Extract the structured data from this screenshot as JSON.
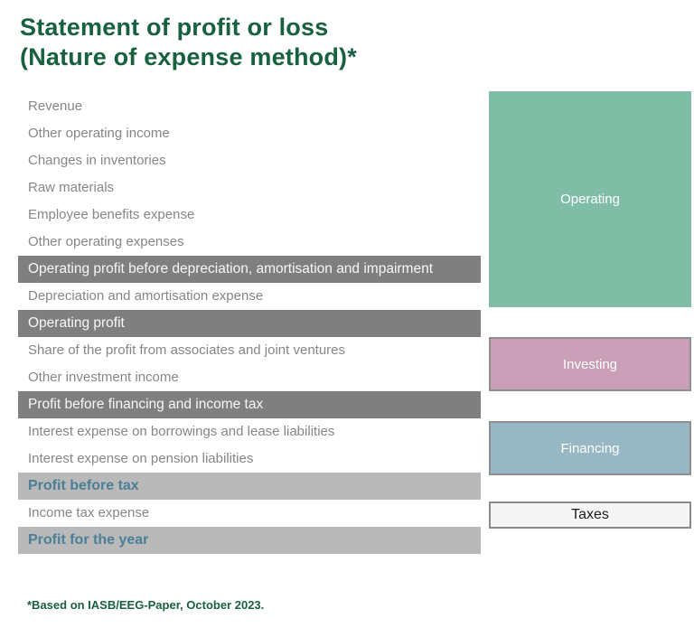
{
  "title": {
    "line1": "Statement of profit or loss",
    "line2": "(Nature of expense method)*"
  },
  "footnote": "*Based on IASB/EEG-Paper, October 2023.",
  "colors": {
    "title_green": "#18613e",
    "item_text_gray": "#868686",
    "subtotal_bar_fill": "#7f7f7f",
    "subtotal_bar_text": "#f7f7f7",
    "total_bar_fill": "#b9b9b9",
    "total_bar_text": "#4b7f97",
    "block_border_gray": "#8f8f8f"
  },
  "rows": [
    {
      "label": "Revenue",
      "style": "plain"
    },
    {
      "label": "Other operating income",
      "style": "plain"
    },
    {
      "label": "Changes in inventories",
      "style": "plain"
    },
    {
      "label": "Raw materials",
      "style": "plain"
    },
    {
      "label": "Employee benefits expense",
      "style": "plain"
    },
    {
      "label": "Other operating expenses",
      "style": "plain"
    },
    {
      "label": "Operating profit before depreciation, amortisation and impairment",
      "style": "subtotal"
    },
    {
      "label": "Depreciation and amortisation expense",
      "style": "plain"
    },
    {
      "label": "Operating profit",
      "style": "subtotal"
    },
    {
      "label": "Share of the profit from associates and joint ventures",
      "style": "plain"
    },
    {
      "label": "Other investment income",
      "style": "plain"
    },
    {
      "label": "Profit before financing and income tax",
      "style": "subtotal"
    },
    {
      "label": "Interest expense on borrowings and lease liabilities",
      "style": "plain"
    },
    {
      "label": "Interest expense on pension liabilities",
      "style": "plain"
    },
    {
      "label": "Profit before tax",
      "style": "total"
    },
    {
      "label": "Income tax expense",
      "style": "plain"
    },
    {
      "label": "Profit for the year",
      "style": "total"
    }
  ],
  "categories": [
    {
      "label": "Operating",
      "fill": "#7fbda7",
      "text_color": "#ffffff",
      "border": ""
    },
    {
      "label": "Investing",
      "fill": "#c99fb7",
      "text_color": "#ffffff",
      "border": "#8f8f8f"
    },
    {
      "label": "Financing",
      "fill": "#97b7c4",
      "text_color": "#ffffff",
      "border": "#8f8f8f"
    },
    {
      "label": "Taxes",
      "fill": "#f5f5f5",
      "text_color": "#1a1a1a",
      "border": "#8a8a8a"
    }
  ]
}
